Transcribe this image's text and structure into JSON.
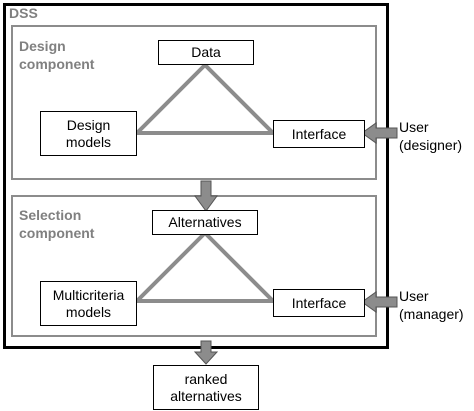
{
  "dss": {
    "title": "DSS"
  },
  "design_component": {
    "title_line1": "Design",
    "title_line2": "component",
    "data_box": "Data",
    "models_line1": "Design",
    "models_line2": "models",
    "interface_box": "Interface"
  },
  "selection_component": {
    "title_line1": "Selection",
    "title_line2": "component",
    "alternatives_box": "Alternatives",
    "models_line1": "Multicriteria",
    "models_line2": "models",
    "interface_box": "Interface"
  },
  "users": {
    "designer_line1": "User",
    "designer_line2": "(designer)",
    "manager_line1": "User",
    "manager_line2": "(manager)"
  },
  "output": {
    "line1": "ranked",
    "line2": "alternatives"
  },
  "colors": {
    "frame": "#000000",
    "component_border": "#8c8c8c",
    "component_title": "#808080",
    "triangle": "#8c8c8c",
    "arrow_fill": "#8c8c8c",
    "arrow_stroke": "#555555"
  }
}
